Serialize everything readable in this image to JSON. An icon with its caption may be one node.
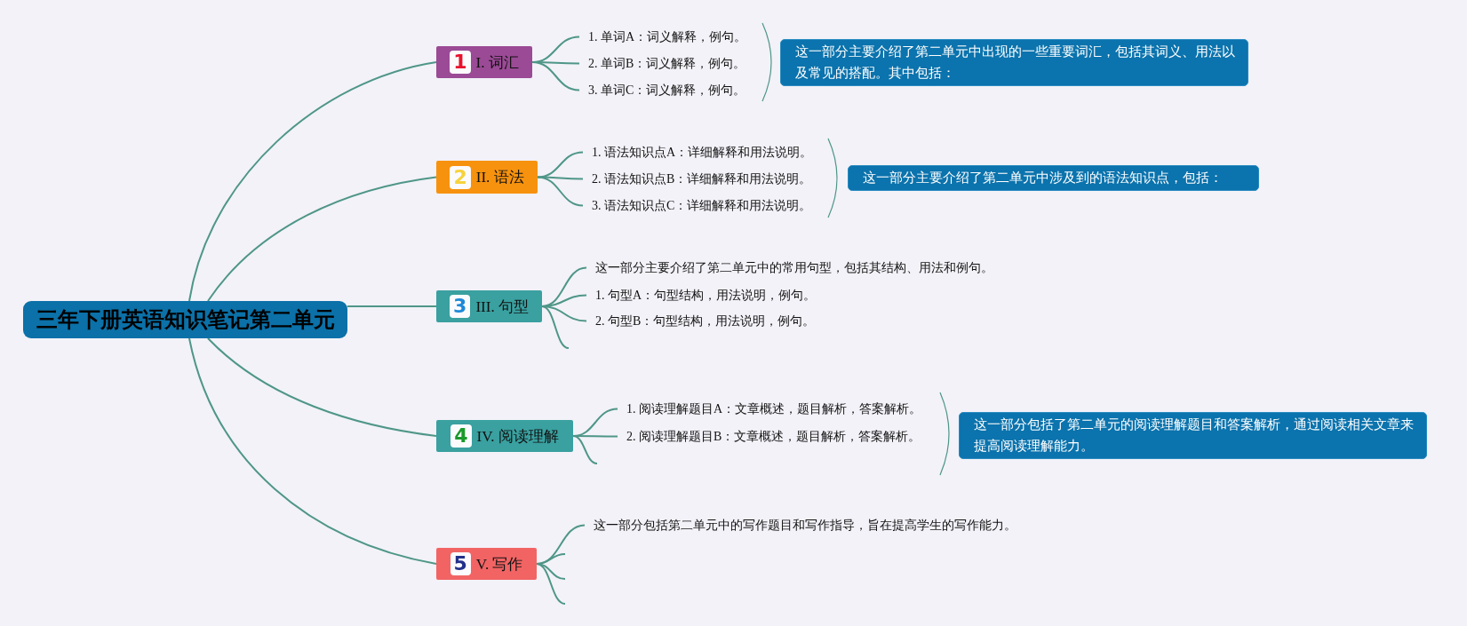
{
  "diagram": {
    "nodes": [
      {
        "text": [
          "三年下册英语知识笔记第二单元"
        ]
      },
      {
        "text": [
          "1",
          "I. 词汇"
        ]
      },
      {
        "text": [
          "1. 单词A：词义解释，例句。"
        ]
      },
      {
        "text": [
          "2. 单词B：词义解释，例句。"
        ]
      },
      {
        "text": [
          "3. 单词C：词义解释，例句。"
        ]
      },
      {
        "text": [
          "这一部分主要介绍了第二单元中出现的一些重要词汇，包括其词义、用法以及常见的搭配。其中包括："
        ]
      },
      {
        "text": [
          "2",
          "II. 语法"
        ]
      },
      {
        "text": [
          "1. 语法知识点A：详细解释和用法说明。"
        ]
      },
      {
        "text": [
          "2. 语法知识点B：详细解释和用法说明。"
        ]
      },
      {
        "text": [
          "3. 语法知识点C：详细解释和用法说明。"
        ]
      },
      {
        "text": [
          "这一部分主要介绍了第二单元中涉及到的语法知识点，包括："
        ]
      },
      {
        "text": [
          "3",
          "III. 句型"
        ]
      },
      {
        "text": [
          "这一部分主要介绍了第二单元中的常用句型，包括其结构、用法和例句。"
        ]
      },
      {
        "text": [
          "1. 句型A：句型结构，用法说明，例句。"
        ]
      },
      {
        "text": [
          "2. 句型B：句型结构，用法说明，例句。"
        ]
      },
      {
        "text": [
          "4",
          "IV. 阅读理解"
        ]
      },
      {
        "text": [
          "1. 阅读理解题目A：文章概述，题目解析，答案解析。"
        ]
      },
      {
        "text": [
          "2. 阅读理解题目B：文章概述，题目解析，答案解析。"
        ]
      },
      {
        "text": [
          "这一部分包括了第二单元的阅读理解题目和答案解析，通过阅读相关文章来提高阅读理解能力。"
        ]
      },
      {
        "text": [
          "5",
          "V. 写作"
        ]
      },
      {
        "text": [
          "这一部分包括第二单元中的写作题目和写作指导，旨在提高学生的写作能力。"
        ]
      }
    ],
    "edges": [
      {
        "from": 0,
        "to": 1,
        "arrow": "none"
      },
      {
        "from": 0,
        "to": 6,
        "arrow": "none"
      },
      {
        "from": 0,
        "to": 11,
        "arrow": "none"
      },
      {
        "from": 0,
        "to": 15,
        "arrow": "none"
      },
      {
        "from": 0,
        "to": 19,
        "arrow": "none"
      },
      {
        "from": 1,
        "to": 2,
        "arrow": "none"
      },
      {
        "from": 1,
        "to": 3,
        "arrow": "none"
      },
      {
        "from": 1,
        "to": 4,
        "arrow": "none"
      },
      {
        "from": 6,
        "to": 7,
        "arrow": "none"
      },
      {
        "from": 6,
        "to": 8,
        "arrow": "none"
      },
      {
        "from": 6,
        "to": 9,
        "arrow": "none"
      },
      {
        "from": 11,
        "to": 12,
        "arrow": "none"
      },
      {
        "from": 11,
        "to": 13,
        "arrow": "none"
      },
      {
        "from": 11,
        "to": 14,
        "arrow": "none"
      },
      {
        "from": 11,
        "to": null,
        "arrow": "none"
      },
      {
        "from": 15,
        "to": 16,
        "arrow": "none"
      },
      {
        "from": 15,
        "to": 17,
        "arrow": "none"
      },
      {
        "from": 15,
        "to": null,
        "arrow": "none"
      },
      {
        "from": 19,
        "to": 20,
        "arrow": "none"
      },
      {
        "from": 19,
        "to": null,
        "arrow": "none"
      },
      {
        "from": 19,
        "to": null,
        "arrow": "none"
      },
      {
        "from": 19,
        "to": null,
        "arrow": "none"
      }
    ]
  }
}
